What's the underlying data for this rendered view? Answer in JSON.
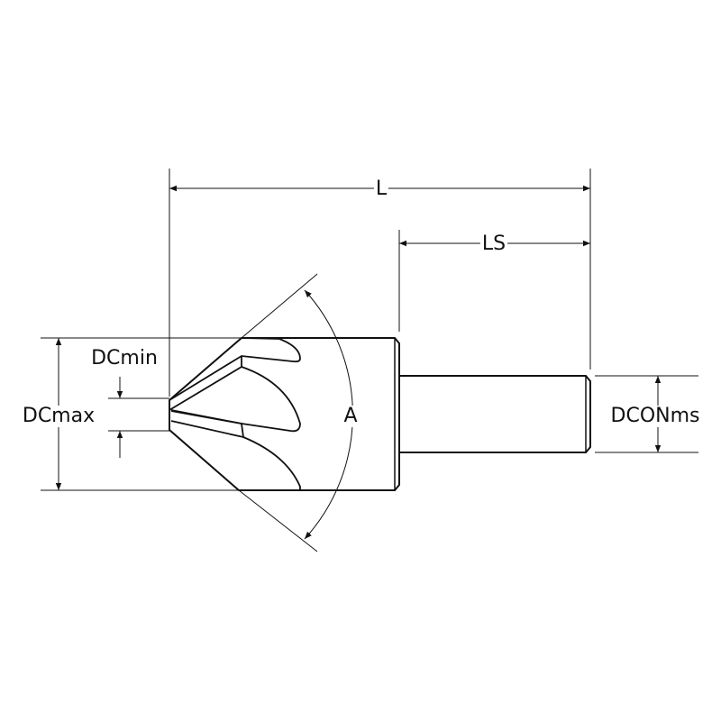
{
  "labels": {
    "L": "L",
    "LS": "LS",
    "DCmin": "DCmin",
    "DCmax": "DCmax",
    "A": "A",
    "DCONms": "DCONms"
  },
  "colors": {
    "line": "#111111",
    "background": "#ffffff"
  }
}
